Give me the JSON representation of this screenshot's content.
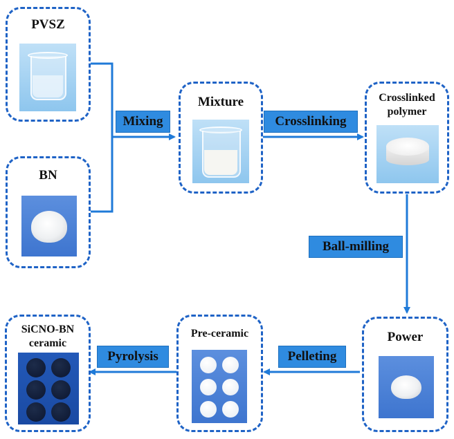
{
  "nodes": {
    "pvsz": {
      "label": "PVSZ"
    },
    "bn": {
      "label": "BN"
    },
    "mixture": {
      "label": "Mixture"
    },
    "crosslinked": {
      "label_line1": "Crosslinked",
      "label_line2": "polymer"
    },
    "power": {
      "label": "Power"
    },
    "preceramic": {
      "label": "Pre-ceramic"
    },
    "sicno": {
      "label_line1": "SiCNO-BN",
      "label_line2": "ceramic"
    }
  },
  "steps": {
    "mixing": "Mixing",
    "crosslinking": "Crosslinking",
    "ball_milling": "Ball-milling",
    "pelleting": "Pelleting",
    "pyrolysis": "Pyrolysis"
  },
  "colors": {
    "border": "#1f63c6",
    "arrow": "#1f7ad8",
    "step_fill": "#2f8be0"
  },
  "icons": [
    "beaker-icon",
    "powder-pile-icon",
    "polymer-disc-icon",
    "white-pellets-icon",
    "dark-pellets-icon"
  ]
}
